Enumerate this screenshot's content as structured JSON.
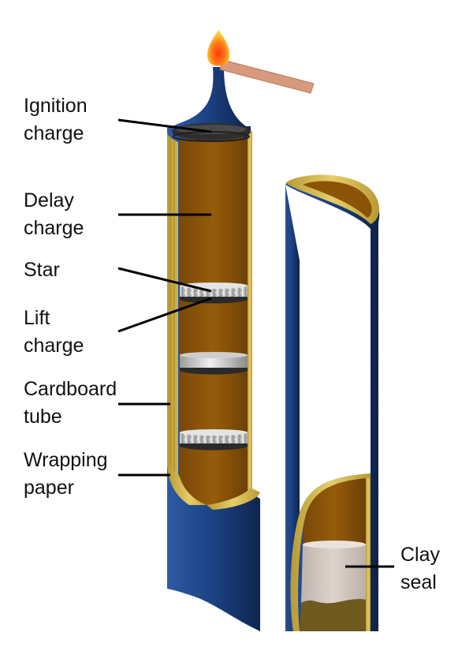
{
  "labels": {
    "ignition": [
      "Ignition",
      "charge"
    ],
    "delay": [
      "Delay",
      "charge"
    ],
    "star": "Star",
    "lift": [
      "Lift",
      "charge"
    ],
    "cardboard": [
      "Cardboard",
      "tube"
    ],
    "wrapping": [
      "Wrapping",
      "paper"
    ],
    "clay": [
      "Clay",
      "seal"
    ]
  },
  "colors": {
    "wrapping_paper": "#1d4487",
    "cardboard": "#d8bc52",
    "charge": "#8b5306",
    "star": "#dcdcdc",
    "disc": "#2a2a2a",
    "clay": "#d2c7c0",
    "flame": "#f04a1a",
    "match": "#d79a7c"
  }
}
